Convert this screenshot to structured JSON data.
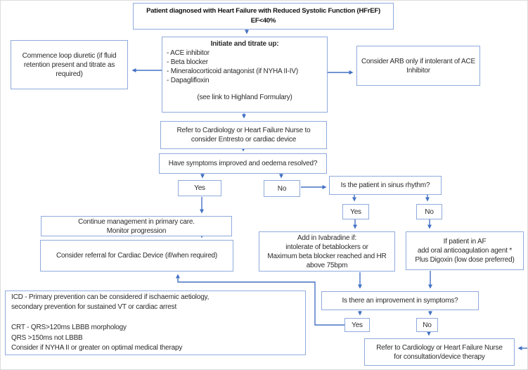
{
  "palette": {
    "box_border": "#8FAADC",
    "arrow": "#4472C4",
    "text": "#2b2b2b"
  },
  "boxes": {
    "title": {
      "lines": [
        "Patient diagnosed with Heart Failure with Reduced Systolic Function (HFrEF)",
        "EF<40%"
      ]
    },
    "initiate": {
      "title": "Initiate and titrate up:",
      "items": [
        "- ACE inhibitor",
        "- Beta blocker",
        "- Mineralocorticoid antagonist (if NYHA II-IV)",
        "- Dapaglifloxin"
      ],
      "footer": "(see link to Highland Formulary)"
    },
    "commence": {
      "text": "Commence loop diuretic (if fluid retention present and titrate as required)"
    },
    "arb": {
      "text": "Consider ARB only if intolerant of ACE Inhibitor"
    },
    "refer_entresto": {
      "text": "Refer to Cardiology or Heart Failure Nurse to consider Entresto or cardiac device"
    },
    "symptoms_q": {
      "text": "Have symptoms improved and oedema resolved?"
    },
    "yes1": {
      "label": "Yes"
    },
    "no1": {
      "label": "No"
    },
    "sinus_q": {
      "text": "Is the patient in sinus rhythm?"
    },
    "continue_care": {
      "lines": [
        "Continue management in primary care.",
        "Monitor progression"
      ]
    },
    "cardiac_device": {
      "text": "Consider referral for Cardiac Device (if/when required)"
    },
    "yes2": {
      "label": "Yes"
    },
    "no2": {
      "label": "No"
    },
    "ivabradine": {
      "lines": [
        "Add in Ivabradine if:",
        "intolerate of betablockers or",
        "Maximum beta blocker reached and HR",
        "above 75bpm"
      ]
    },
    "af": {
      "lines": [
        "If patient in AF",
        "add oral anticoagulation agent *",
        "Plus Digoxin (low dose preferred)"
      ]
    },
    "improvement_q": {
      "text": "Is there an improvement in symptoms?"
    },
    "yes3": {
      "label": "Yes"
    },
    "no3": {
      "label": "No"
    },
    "refer_consult": {
      "lines": [
        "Refer to Cardiology or Heart Failure Nurse",
        "for consultation/device therapy"
      ]
    },
    "icd_notes": {
      "lines": [
        "ICD - Primary prevention can be considered if ischaemic aetiology,",
        " secondary prevention for sustained VT or cardiac arrest",
        "",
        "CRT - QRS>120ms LBBB morphology",
        "QRS >150ms not LBBB",
        "Consider if NYHA II or greater on optimal medical therapy"
      ]
    }
  }
}
